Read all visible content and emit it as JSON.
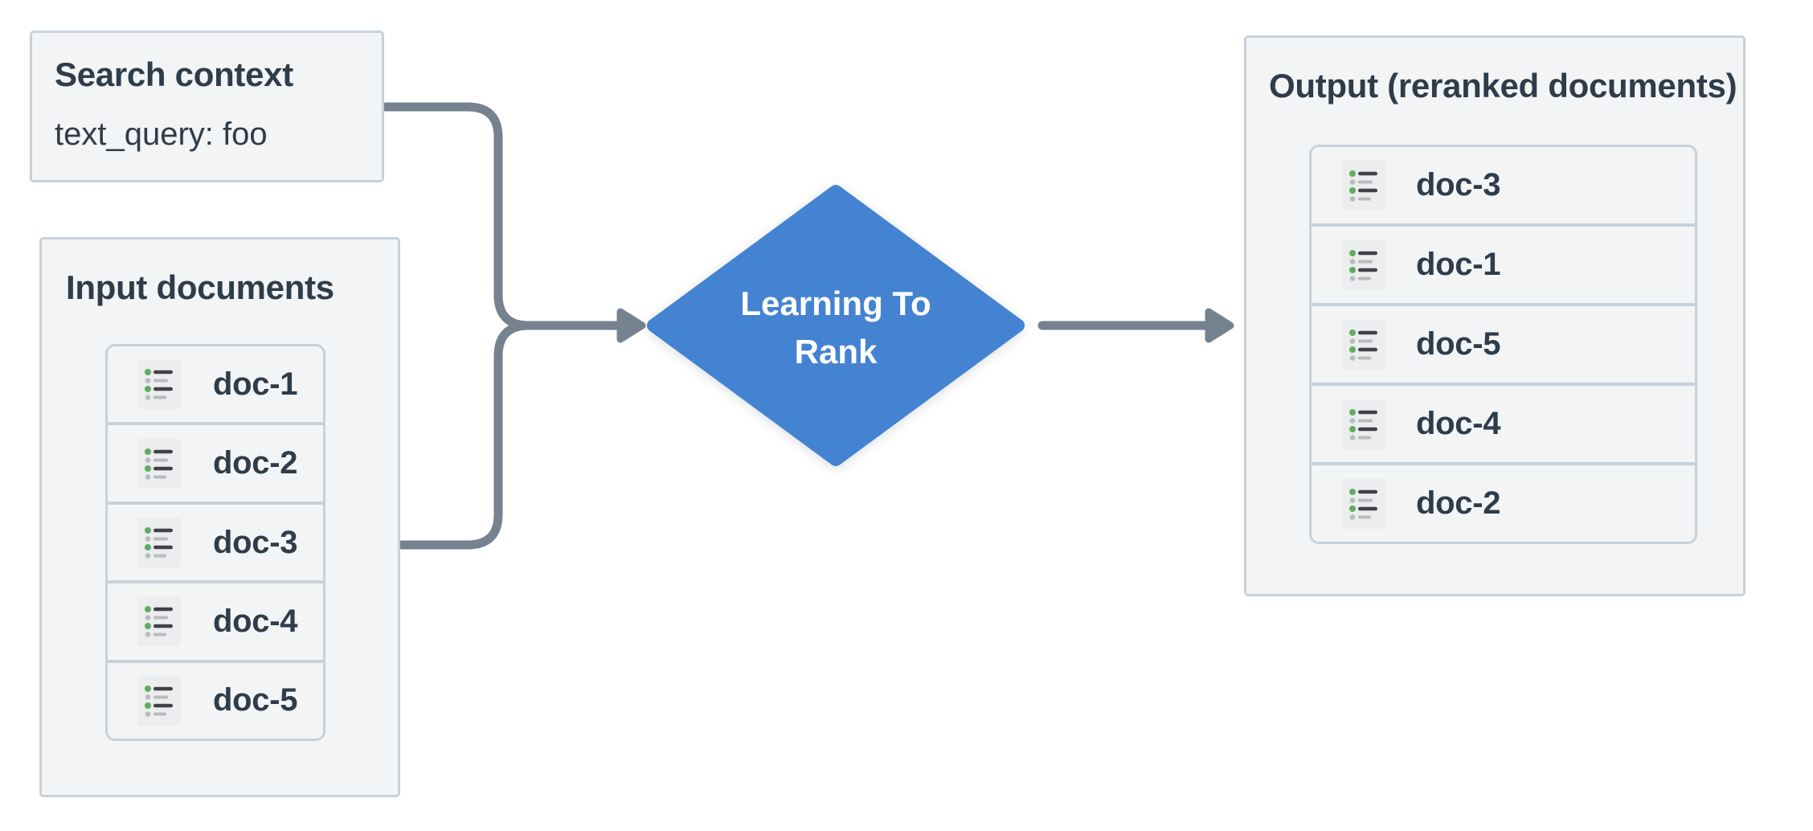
{
  "search_context": {
    "title": "Search context",
    "value": "text_query: foo"
  },
  "input_documents": {
    "title": "Input documents",
    "items": [
      "doc-1",
      "doc-2",
      "doc-3",
      "doc-4",
      "doc-5"
    ]
  },
  "process": {
    "lines": [
      "Learning To",
      "Rank"
    ]
  },
  "output": {
    "title": "Output (reranked documents)",
    "items": [
      "doc-3",
      "doc-1",
      "doc-5",
      "doc-4",
      "doc-2"
    ]
  },
  "colors": {
    "accent_blue": "#4483D2",
    "arrow_gray": "#76828F",
    "box_background": "#F2F4F6",
    "box_border": "#C8D1DA",
    "text_dark": "#2F3C4A",
    "icon_green": "#5FAD63",
    "icon_dark": "#3F4247",
    "icon_gray": "#B9BBBE",
    "icon_background": "#ECEDEE"
  }
}
